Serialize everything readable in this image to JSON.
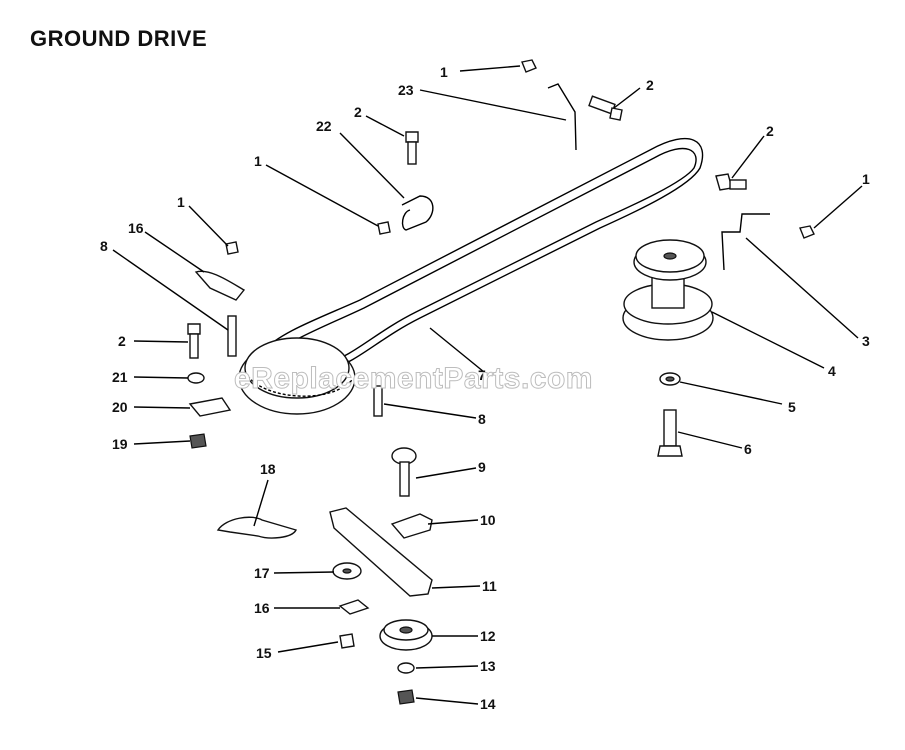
{
  "title": "GROUND DRIVE",
  "watermark": "eReplacementParts.com",
  "callouts": [
    {
      "id": "c1a",
      "label": "1"
    },
    {
      "id": "c2a",
      "label": "2"
    },
    {
      "id": "c23",
      "label": "23"
    },
    {
      "id": "c2b",
      "label": "2"
    },
    {
      "id": "c22",
      "label": "22"
    },
    {
      "id": "c1b",
      "label": "1"
    },
    {
      "id": "c2c",
      "label": "2"
    },
    {
      "id": "c1c",
      "label": "1"
    },
    {
      "id": "c1d",
      "label": "1"
    },
    {
      "id": "c16a",
      "label": "16"
    },
    {
      "id": "c8a",
      "label": "8"
    },
    {
      "id": "c3",
      "label": "3"
    },
    {
      "id": "c2d",
      "label": "2"
    },
    {
      "id": "c7",
      "label": "7"
    },
    {
      "id": "c4",
      "label": "4"
    },
    {
      "id": "c21",
      "label": "21"
    },
    {
      "id": "c5",
      "label": "5"
    },
    {
      "id": "c20",
      "label": "20"
    },
    {
      "id": "c8b",
      "label": "8"
    },
    {
      "id": "c6",
      "label": "6"
    },
    {
      "id": "c19",
      "label": "19"
    },
    {
      "id": "c9",
      "label": "9"
    },
    {
      "id": "c18",
      "label": "18"
    },
    {
      "id": "c10",
      "label": "10"
    },
    {
      "id": "c11",
      "label": "11"
    },
    {
      "id": "c17",
      "label": "17"
    },
    {
      "id": "c16b",
      "label": "16"
    },
    {
      "id": "c12",
      "label": "12"
    },
    {
      "id": "c15",
      "label": "15"
    },
    {
      "id": "c13",
      "label": "13"
    },
    {
      "id": "c14",
      "label": "14"
    }
  ]
}
